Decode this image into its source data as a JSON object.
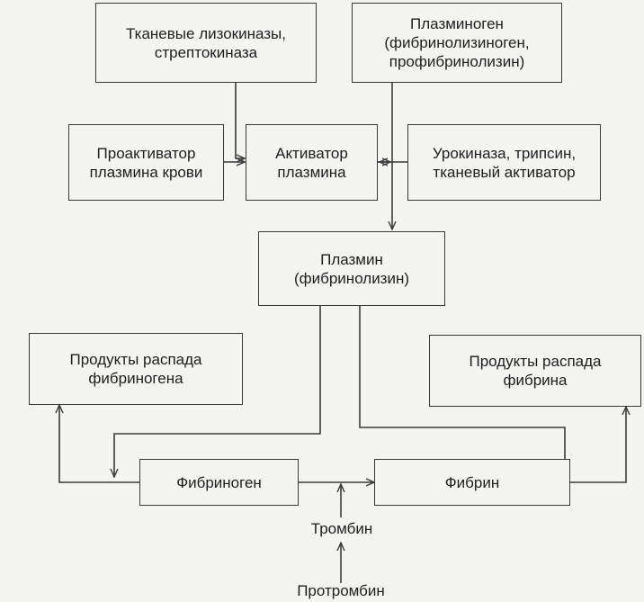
{
  "nodes": {
    "tissue_lysokinases": {
      "line1": "Тканевые лизокиназы,",
      "line2": "стрептокиназа"
    },
    "plasminogen": {
      "line1": "Плазминоген",
      "line2": "(фибринолизиноген,",
      "line3": "профибринолизин)"
    },
    "proactivator": {
      "line1": "Проактиватор",
      "line2": "плазмина крови"
    },
    "activator": {
      "line1": "Активатор",
      "line2": "плазмина"
    },
    "urokinase": {
      "line1": "Урокиназа, трипсин,",
      "line2": "тканевый активатор"
    },
    "plasmin": {
      "line1": "Плазмин",
      "line2": "(фибринолизин)"
    },
    "fibrinogen_products": {
      "line1": "Продукты распада",
      "line2": "фибриногена"
    },
    "fibrin_products": {
      "line1": "Продукты распада",
      "line2": "фибрина"
    },
    "fibrinogen": {
      "line1": "Фибриноген"
    },
    "fibrin": {
      "line1": "Фибрин"
    }
  },
  "labels": {
    "thrombin": "Тромбин",
    "prothrombin": "Протромбин"
  },
  "colors": {
    "line": "#3a3a3a",
    "text": "#1e1e1e",
    "background": "#f4f4f2"
  }
}
